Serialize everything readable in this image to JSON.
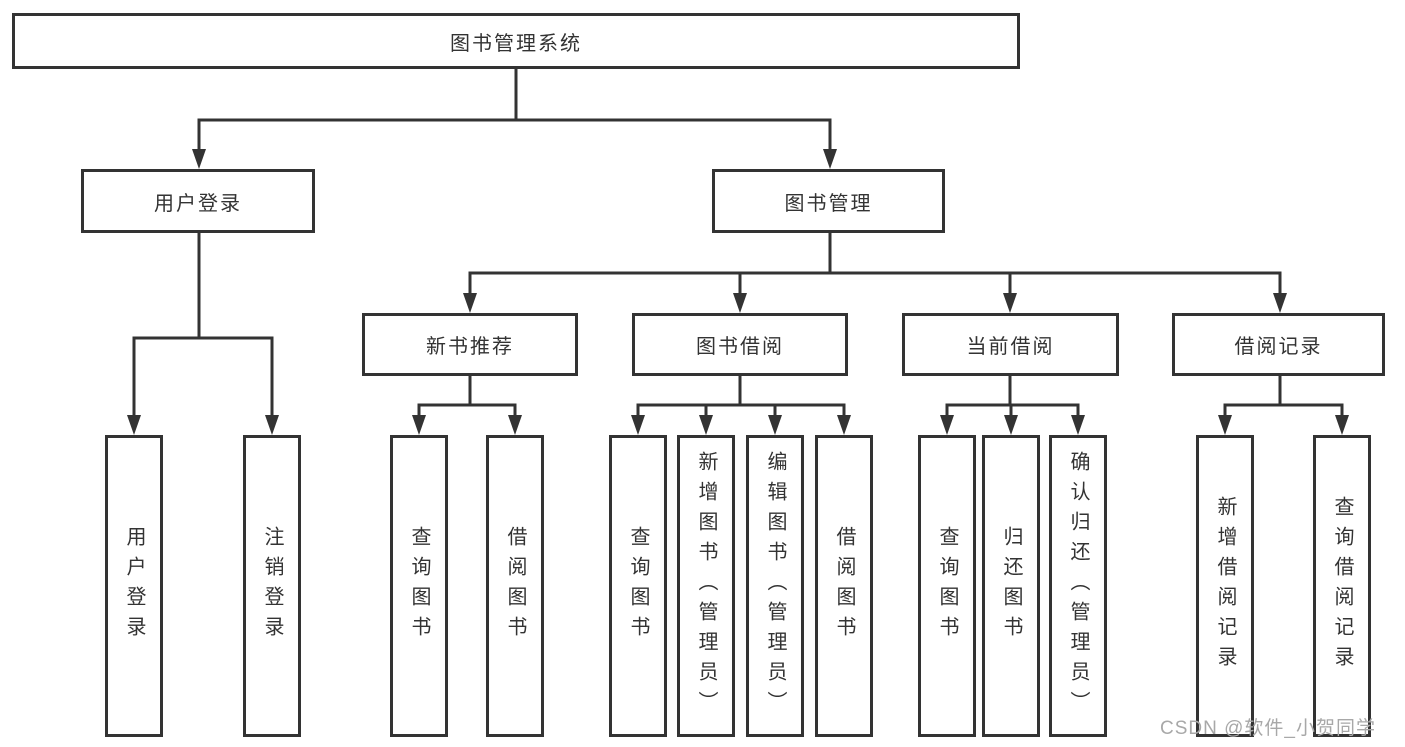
{
  "colors": {
    "line": "#333333",
    "text": "#333333",
    "background": "#ffffff",
    "watermark": "#a8a8a8"
  },
  "watermark": {
    "text": "CSDN @软件_小贺同学"
  },
  "tree": {
    "root": {
      "label": "图书管理系统",
      "children": [
        {
          "label": "用户登录",
          "children": [
            {
              "label": "用户登录"
            },
            {
              "label": "注销登录"
            }
          ]
        },
        {
          "label": "图书管理",
          "children": [
            {
              "label": "新书推荐",
              "children": [
                {
                  "label": "查询图书"
                },
                {
                  "label": "借阅图书"
                }
              ]
            },
            {
              "label": "图书借阅",
              "children": [
                {
                  "label": "查询图书"
                },
                {
                  "label": "新增图书（管理员）"
                },
                {
                  "label": "编辑图书（管理员）"
                },
                {
                  "label": "借阅图书"
                }
              ]
            },
            {
              "label": "当前借阅",
              "children": [
                {
                  "label": "查询图书"
                },
                {
                  "label": "归还图书"
                },
                {
                  "label": "确认归还（管理员）"
                }
              ]
            },
            {
              "label": "借阅记录",
              "children": [
                {
                  "label": "新增借阅记录"
                },
                {
                  "label": "查询借阅记录"
                }
              ]
            }
          ]
        }
      ]
    }
  }
}
